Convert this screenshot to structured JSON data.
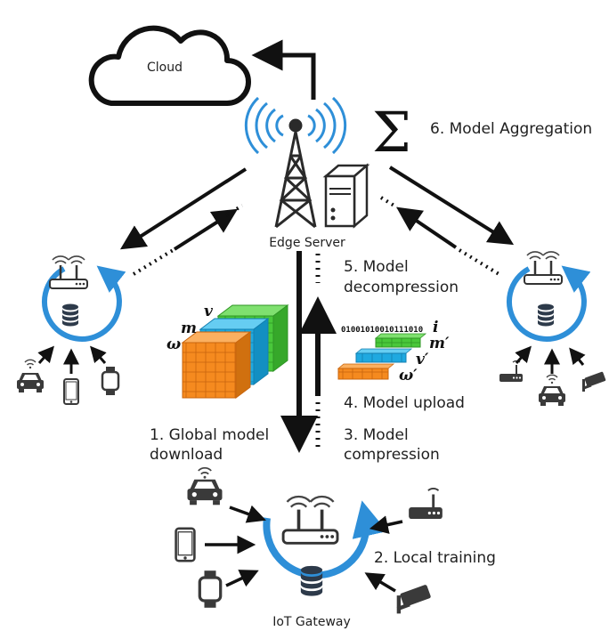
{
  "labels": {
    "cloud": "Cloud",
    "edge_server": "Edge Server",
    "iot_gateway": "IoT Gateway",
    "step1_line1": "1. Global model",
    "step1_line2": "download",
    "step2": "2. Local training",
    "step3_line1": "3. Model",
    "step3_line2": "compression",
    "step4": "4. Model upload",
    "step5_line1": "5. Model",
    "step5_line2": "decompression",
    "step6": "6. Model Aggregation",
    "sigma": "Σ"
  },
  "model_params": {
    "full": [
      "ω",
      "m",
      "v"
    ],
    "compressed": [
      "ω′",
      "m′",
      "v′",
      "i"
    ],
    "bitstring": "01001010010111010"
  },
  "colors": {
    "accent_blue": "#2e8fd8",
    "orange": "#f58a1f",
    "cyan": "#1fa9e0",
    "green": "#49c83a",
    "icon_dark": "#3a3a3a"
  }
}
